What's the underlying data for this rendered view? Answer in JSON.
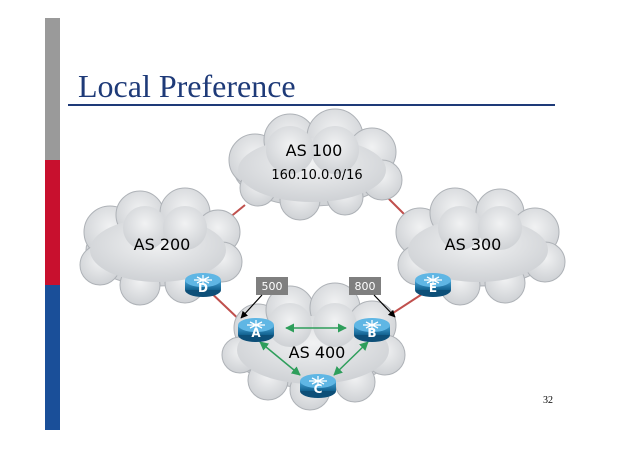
{
  "slide": {
    "title": "Local Preference",
    "page_number": "32"
  },
  "diagram": {
    "clouds": {
      "as100": {
        "label": "AS 100",
        "prefix": "160.10.0.0/16"
      },
      "as200": {
        "label": "AS 200"
      },
      "as300": {
        "label": "AS 300"
      },
      "as400": {
        "label": "AS 400"
      }
    },
    "routers": {
      "a": "A",
      "b": "B",
      "c": "C",
      "d": "D",
      "e": "E"
    },
    "local_preference": {
      "d_to_a": "500",
      "e_to_b": "800"
    },
    "colors": {
      "cloud_fill": "#d6d9dc",
      "ebgp_link": "#c0504d",
      "ibgp_link": "#2e9e5b",
      "router_fill": "#1f7fb4",
      "pref_box": "#7f7f7f"
    }
  }
}
